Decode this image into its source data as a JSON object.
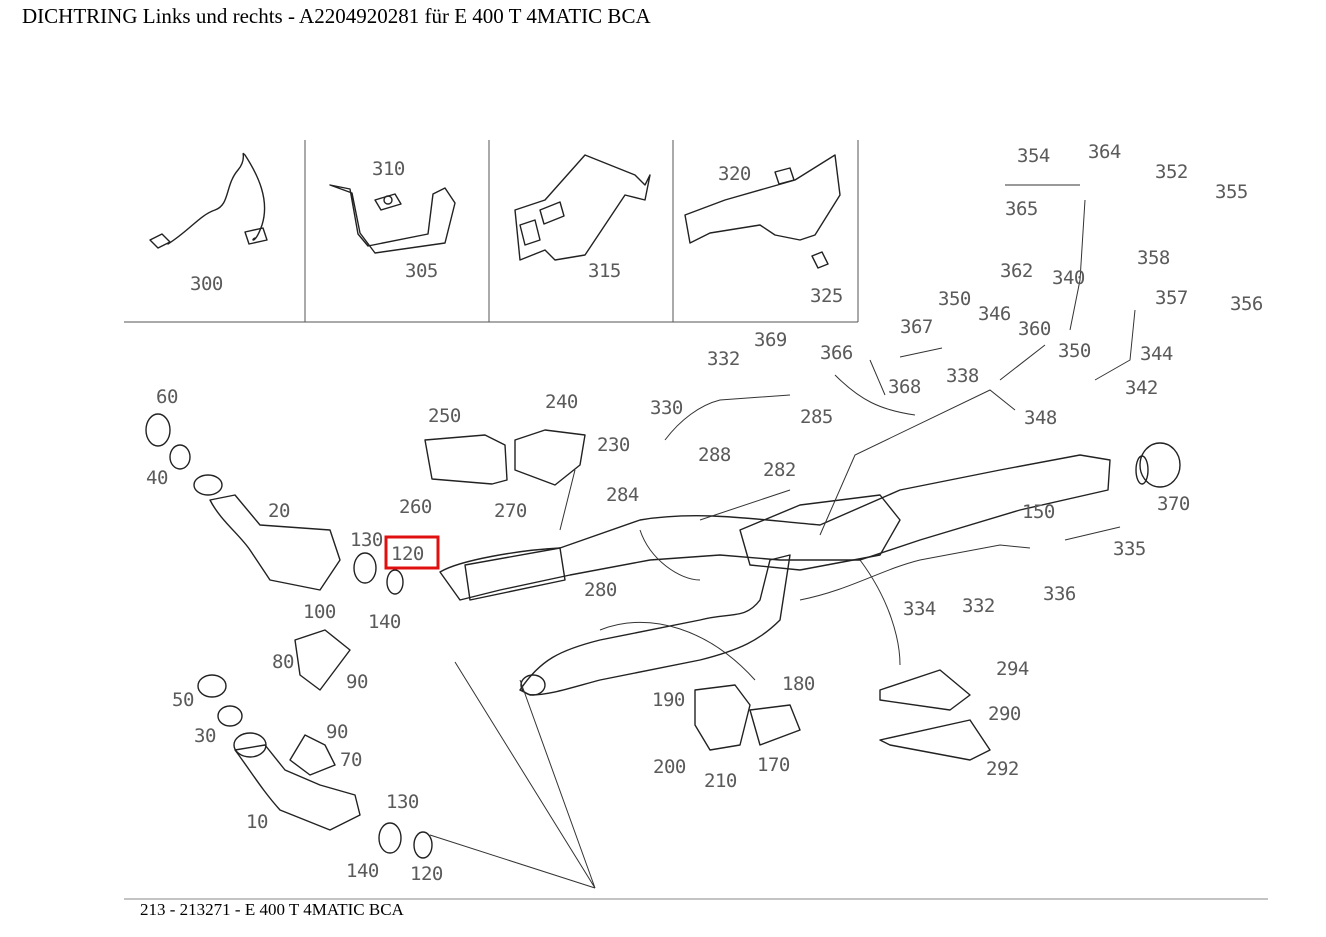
{
  "title": "DICHTRING Links und rechts - A2204920281 für E 400 T 4MATIC BCA",
  "footer": "213 - 213271 - E 400 T 4MATIC BCA",
  "highlight": {
    "label": "120",
    "color": "#e01010"
  },
  "inset_labels": [
    "300",
    "310",
    "305",
    "315",
    "320",
    "325"
  ],
  "labels": {
    "l60": "60",
    "l40": "40",
    "l20": "20",
    "l130a": "130",
    "l120h": "120",
    "l100": "100",
    "l140a": "140",
    "l80": "80",
    "l90a": "90",
    "l50": "50",
    "l30": "30",
    "l90b": "90",
    "l70": "70",
    "l10": "10",
    "l130b": "130",
    "l140b": "140",
    "l120b": "120",
    "l250": "250",
    "l240": "240",
    "l230": "230",
    "l260": "260",
    "l270": "270",
    "l280": "280",
    "l284": "284",
    "l288": "288",
    "l282": "282",
    "l330": "330",
    "l332a": "332",
    "l369": "369",
    "l366": "366",
    "l285": "285",
    "l368": "368",
    "l367": "367",
    "l350a": "350",
    "l346": "346",
    "l360": "360",
    "l338": "338",
    "l348": "348",
    "l362": "362",
    "l340": "340",
    "l350b": "350",
    "l344": "344",
    "l342": "342",
    "l354": "354",
    "l364": "364",
    "l352": "352",
    "l355": "355",
    "l365": "365",
    "l358": "358",
    "l357": "357",
    "l356": "356",
    "l370": "370",
    "l150": "150",
    "l335": "335",
    "l336": "336",
    "l332b": "332",
    "l334": "334",
    "l294": "294",
    "l290": "290",
    "l292": "292",
    "l190": "190",
    "l180": "180",
    "l200": "200",
    "l210": "210",
    "l170": "170"
  }
}
